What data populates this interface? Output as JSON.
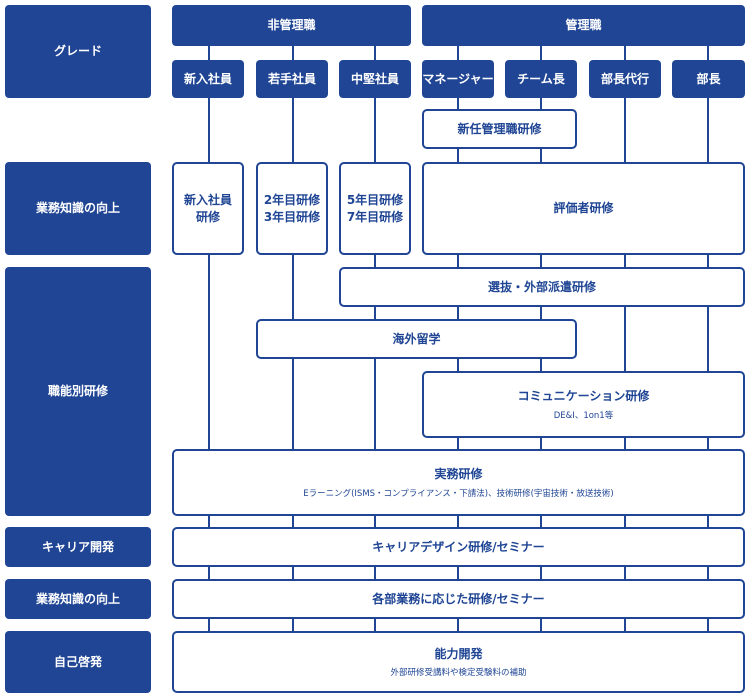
{
  "colors": {
    "navy": "#1f4594",
    "background": "#ffffff"
  },
  "row_labels": {
    "grade": "グレード",
    "business_knowledge_1": "業務知識の向上",
    "functional_training": "職能別研修",
    "career_development": "キャリア開発",
    "business_knowledge_2": "業務知識の向上",
    "self_development": "自己啓発"
  },
  "groups": {
    "non_management": "非管理職",
    "management": "管理職"
  },
  "grades": [
    "新入社員",
    "若手社員",
    "中堅社員",
    "マネージャー",
    "チーム長",
    "部長代行",
    "部長"
  ],
  "programs": {
    "new_manager": "新任管理職研修",
    "new_employee": "新入社員\n研修",
    "year2_3": "2年目研修\n3年目研修",
    "year5_7": "5年目研修\n7年目研修",
    "evaluator": "評価者研修",
    "selection": "選抜・外部派遣研修",
    "overseas": "海外留学",
    "communication": {
      "title": "コミュニケーション研修",
      "sub": "DE&I、1on1等"
    },
    "practical": {
      "title": "実務研修",
      "sub": "Eラーニング(ISMS・コンプライアンス・下請法)、技術研修(宇宙技術・放送技術)"
    },
    "career_design": "キャリアデザイン研修/セミナー",
    "department": "各部業務に応じた研修/セミナー",
    "ability": {
      "title": "能力開発",
      "sub": "外部研修受講料や検定受験料の補助"
    }
  }
}
